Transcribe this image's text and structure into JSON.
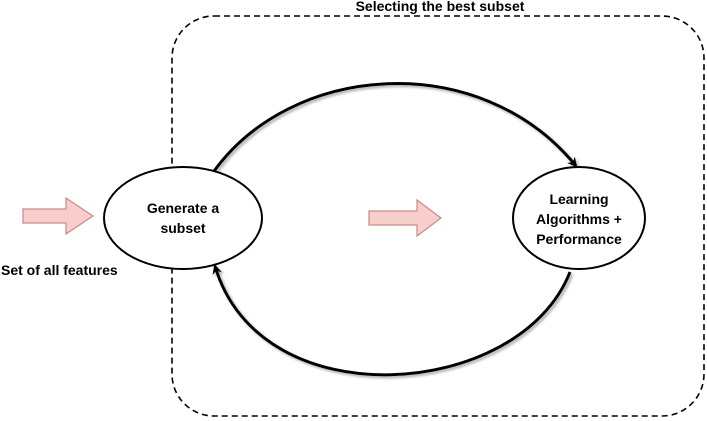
{
  "title": "Selecting the best subset",
  "input_label": "Set of all features",
  "nodes": {
    "generate": {
      "lines": [
        "Generate a",
        "subset"
      ]
    },
    "learning": {
      "lines": [
        "Learning",
        "Algorithms +",
        "Performance"
      ]
    }
  },
  "colors": {
    "arrow_fill": "#f8cecc",
    "arrow_stroke": "#c98a87",
    "line": "#000000",
    "background": "#ffffff"
  }
}
